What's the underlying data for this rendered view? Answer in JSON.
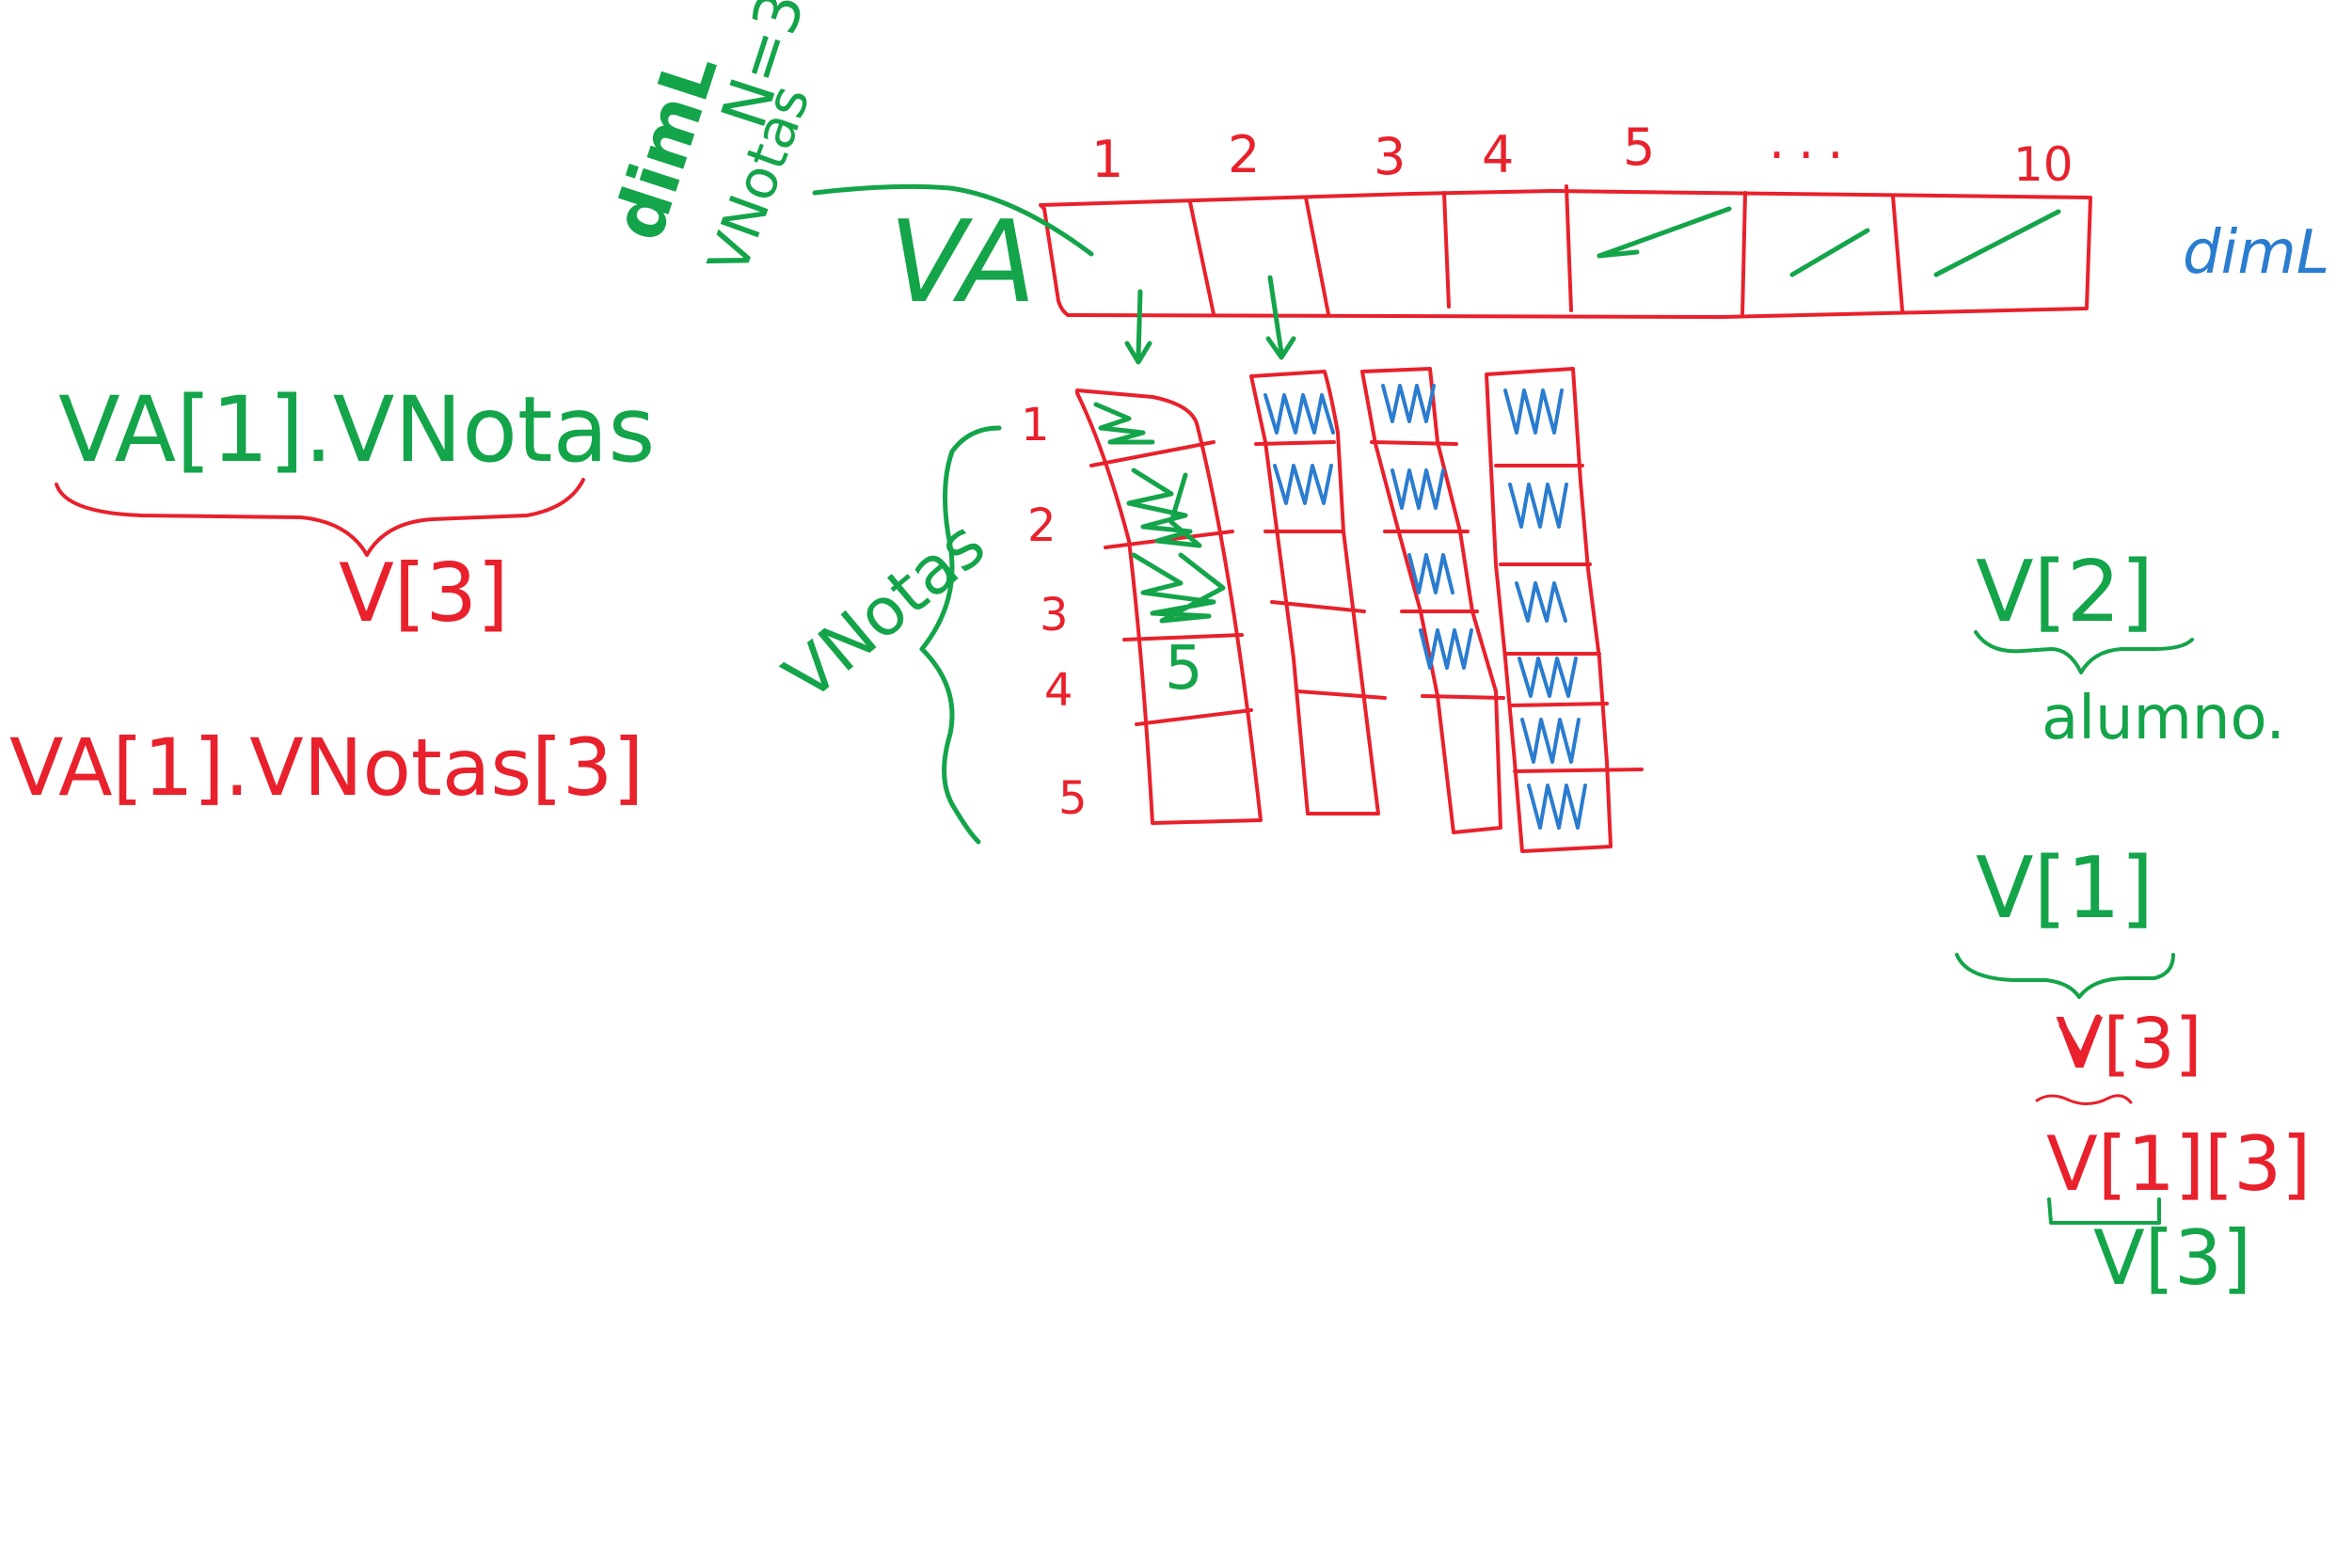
{
  "colors": {
    "red": "#e8212c",
    "green": "#14a44a",
    "blue": "#2a7ccf",
    "background": "#ffffff"
  },
  "header": {
    "dim_label": "dimL",
    "n_label": "N=3",
    "vnotas_label": "VNotas",
    "va_label": "VA",
    "dim_right_label": "dimL"
  },
  "va_array": {
    "indices": [
      "1",
      "2",
      "3",
      "4",
      "5",
      "...",
      "10"
    ],
    "crossed_cells": [
      5,
      6,
      7
    ]
  },
  "vnotas": {
    "label": "VNotas",
    "row_indices": [
      "1",
      "2",
      "3",
      "4",
      "5"
    ],
    "value_in_cell": "5"
  },
  "left_notes": {
    "expr1": "VA[1].VNotas",
    "expr1_brace": "V[3]",
    "expr2": "VA[1].VNotas[3]"
  },
  "right_notes": {
    "v2": "V[2]",
    "v2_brace": "alumno.",
    "v1": "V[1]",
    "v1_brace": "V[3]",
    "v13": "V[1][3]",
    "v3": "V[3]"
  }
}
